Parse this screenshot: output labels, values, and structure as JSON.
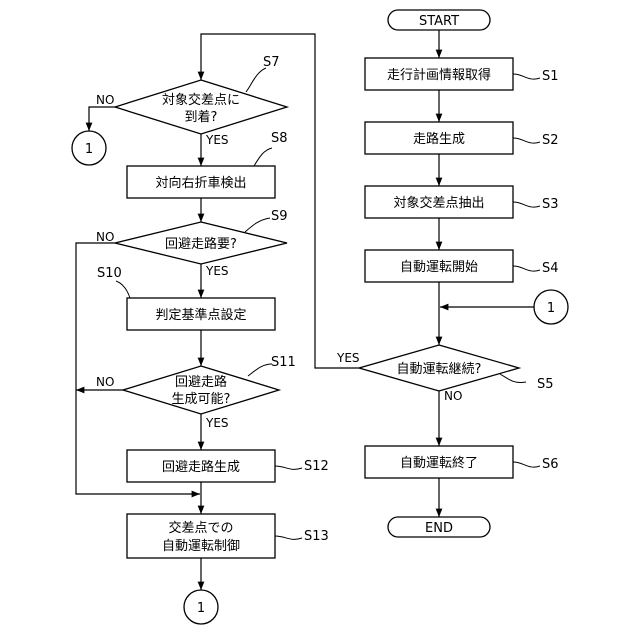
{
  "nodes": {
    "start": "START",
    "s1": "走行計画情報取得",
    "s2": "走路生成",
    "s3": "対象交差点抽出",
    "s4": "自動運転開始",
    "s5": "自動運転継続?",
    "s6": "自動運転終了",
    "end": "END",
    "s7_line1": "対象交差点に",
    "s7_line2": "到着?",
    "s8": "対向右折車検出",
    "s9": "回避走路要?",
    "s10": "判定基準点設定",
    "s11_line1": "回避走路",
    "s11_line2": "生成可能?",
    "s12": "回避走路生成",
    "s13_line1": "交差点での",
    "s13_line2": "自動運転制御"
  },
  "connectors": {
    "c_left": "1",
    "c_right": "1",
    "c_bottom": "1"
  },
  "steps": {
    "s1": "S1",
    "s2": "S2",
    "s3": "S3",
    "s4": "S4",
    "s5": "S5",
    "s6": "S6",
    "s7": "S7",
    "s8": "S8",
    "s9": "S9",
    "s10": "S10",
    "s11": "S11",
    "s12": "S12",
    "s13": "S13"
  },
  "branches": {
    "s5_yes": "YES",
    "s5_no": "NO",
    "s7_yes": "YES",
    "s7_no": "NO",
    "s9_yes": "YES",
    "s9_no": "NO",
    "s11_yes": "YES",
    "s11_no": "NO"
  }
}
